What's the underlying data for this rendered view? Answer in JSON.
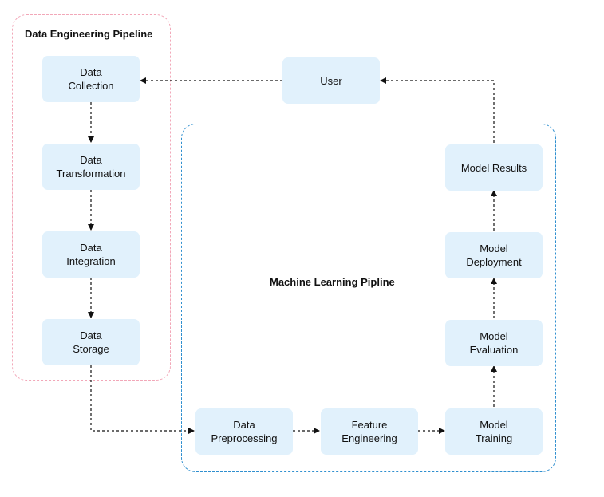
{
  "groups": {
    "data_engineering": {
      "title": "Data Engineering Pipeline"
    },
    "machine_learning": {
      "title": "Machine Learning Pipline"
    }
  },
  "nodes": {
    "data_collection": "Data\nCollection",
    "data_transformation": "Data\nTransformation",
    "data_integration": "Data\nIntegration",
    "data_storage": "Data\nStorage",
    "user": "User",
    "model_results": "Model Results",
    "model_deployment": "Model\nDeployment",
    "model_evaluation": "Model\nEvaluation",
    "data_preprocessing": "Data\nPreprocessing",
    "feature_engineering": "Feature\nEngineering",
    "model_training": "Model\nTraining"
  },
  "edges": [
    [
      "data_collection",
      "data_transformation"
    ],
    [
      "data_transformation",
      "data_integration"
    ],
    [
      "data_integration",
      "data_storage"
    ],
    [
      "data_storage",
      "data_preprocessing"
    ],
    [
      "data_preprocessing",
      "feature_engineering"
    ],
    [
      "feature_engineering",
      "model_training"
    ],
    [
      "model_training",
      "model_evaluation"
    ],
    [
      "model_evaluation",
      "model_deployment"
    ],
    [
      "model_deployment",
      "model_results"
    ],
    [
      "model_results",
      "user"
    ],
    [
      "user",
      "data_collection"
    ]
  ],
  "colors": {
    "node_fill": "#e1f1fc",
    "data_engineering_border": "#f2a7b8",
    "machine_learning_border": "#2f8fcf",
    "edge": "#111111"
  }
}
